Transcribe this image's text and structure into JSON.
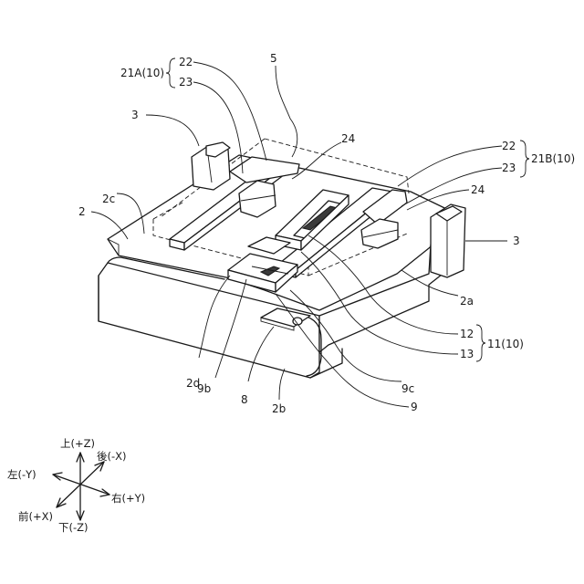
{
  "labels": {
    "l_21A": "21A(10)",
    "l_22_top": "22",
    "l_23_top": "23",
    "l_5": "5",
    "l_3_left": "3",
    "l_24_top": "24",
    "l_22_right": "22",
    "l_23_right": "23",
    "l_21B": "21B(10)",
    "l_24_right": "24",
    "l_2c": "2c",
    "l_2": "2",
    "l_3_right": "3",
    "l_2a": "2a",
    "l_12": "12",
    "l_11": "11(10)",
    "l_13": "13",
    "l_2d": "2d",
    "l_9b": "9b",
    "l_8": "8",
    "l_2b": "2b",
    "l_9c": "9c",
    "l_9": "9"
  },
  "axes": {
    "up": "上(+Z)",
    "back": "後(-X)",
    "left": "左(-Y)",
    "right": "右(+Y)",
    "front": "前(+X)",
    "down": "下(-Z)"
  }
}
